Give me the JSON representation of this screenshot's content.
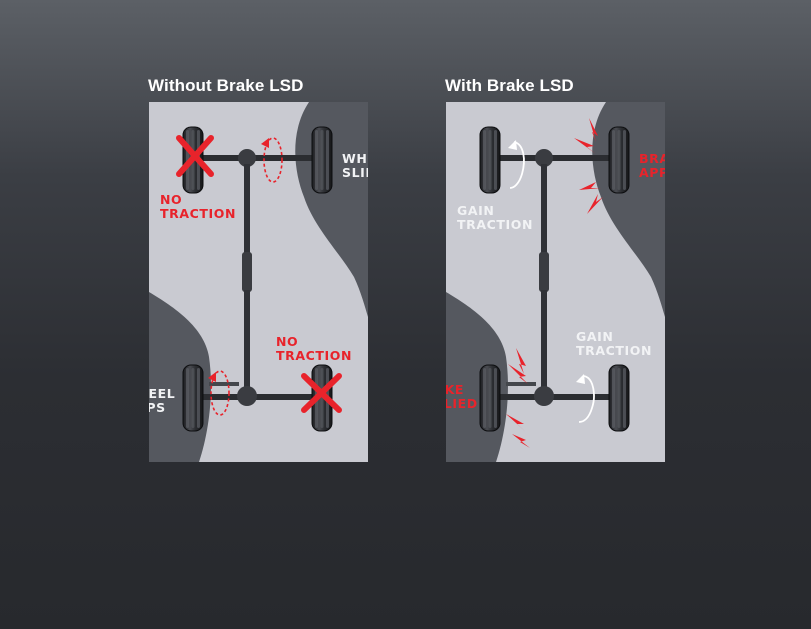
{
  "colors": {
    "background_top": "#5c6066",
    "background_bottom": "#27292d",
    "slippery_surface": "#c9cad1",
    "grip_surface": "#55585f",
    "accent_red": "#e8232b",
    "label_white": "#f2f3f5"
  },
  "left_panel": {
    "title": "Without Brake LSD",
    "front_left_label": [
      "NO",
      "TRACTION"
    ],
    "front_right_label": [
      "WHEEL",
      "SLIPS"
    ],
    "rear_left_label": [
      "WHEEL",
      "SLIPS"
    ],
    "rear_right_label": [
      "NO",
      "TRACTION"
    ]
  },
  "right_panel": {
    "title": "With Brake LSD",
    "front_left_label": [
      "GAIN",
      "TRACTION"
    ],
    "front_right_label": [
      "BRAKE",
      "APPLIED"
    ],
    "rear_left_label": [
      "BRAKE",
      "APPLIED"
    ],
    "rear_right_label": [
      "GAIN",
      "TRACTION"
    ]
  }
}
